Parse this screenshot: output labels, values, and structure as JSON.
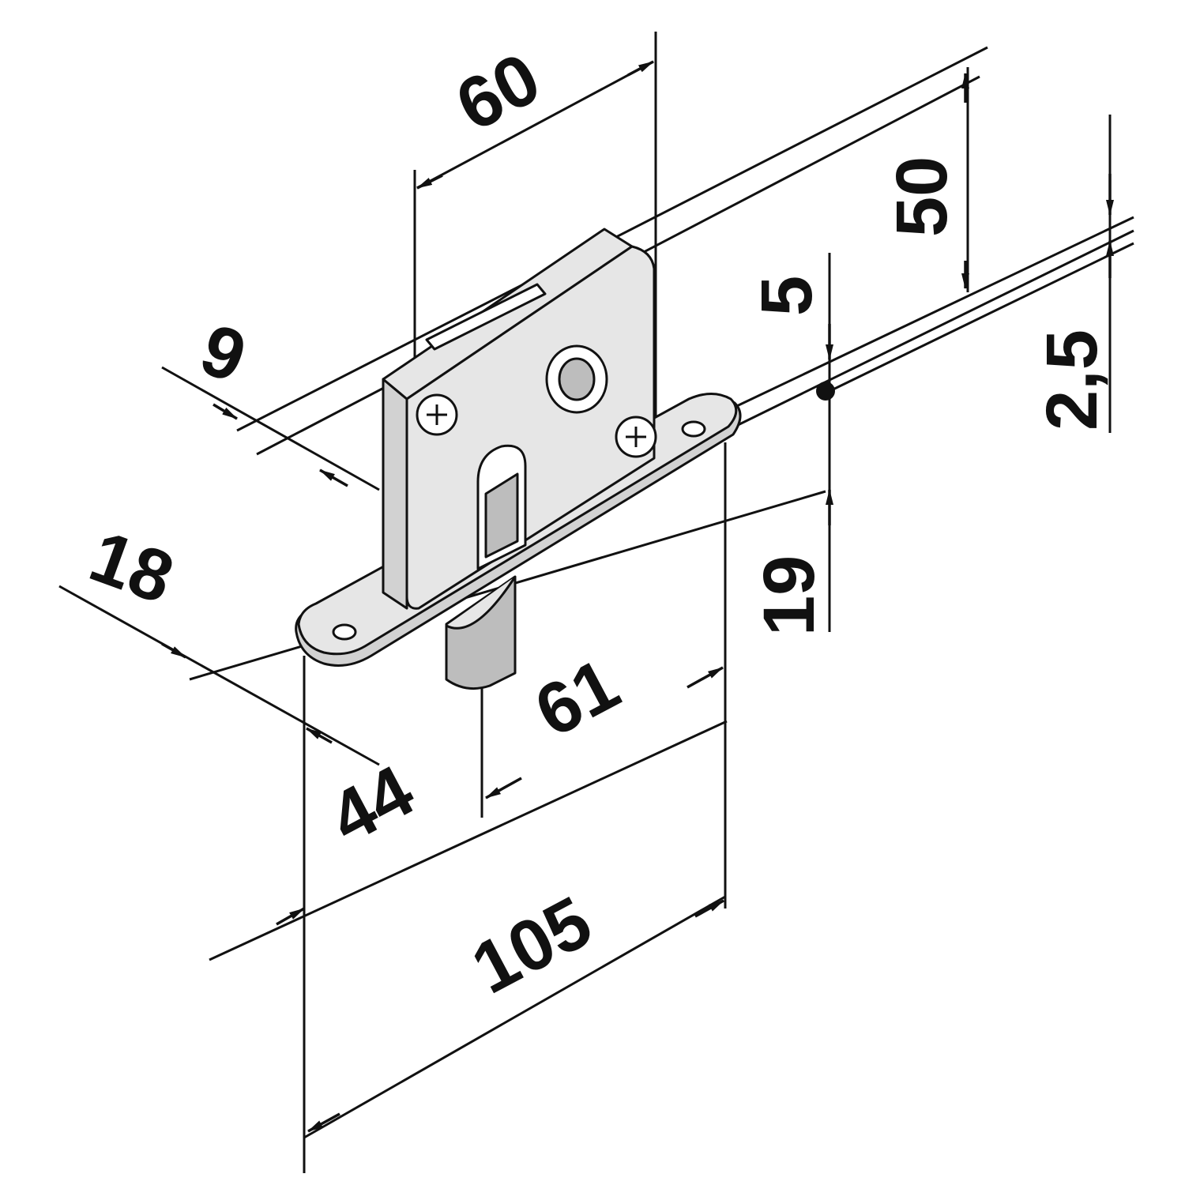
{
  "drawing": {
    "dimensions": [
      {
        "id": "width_top",
        "value": "60"
      },
      {
        "id": "height_right",
        "value": "50"
      },
      {
        "id": "rail_offset",
        "value": "5"
      },
      {
        "id": "rail_thickness",
        "value": "2,5"
      },
      {
        "id": "front_offset",
        "value": "9"
      },
      {
        "id": "front_depth",
        "value": "18"
      },
      {
        "id": "bolt_offset",
        "value": "44"
      },
      {
        "id": "bolt_to_end",
        "value": "61"
      },
      {
        "id": "total_length",
        "value": "105"
      },
      {
        "id": "plate_height",
        "value": "19"
      }
    ],
    "colors": {
      "line": "#111111",
      "face_light": "#e6e6e6",
      "face_mid": "#d2d2d2",
      "face_dark": "#bdbdbd",
      "background": "#ffffff"
    }
  }
}
